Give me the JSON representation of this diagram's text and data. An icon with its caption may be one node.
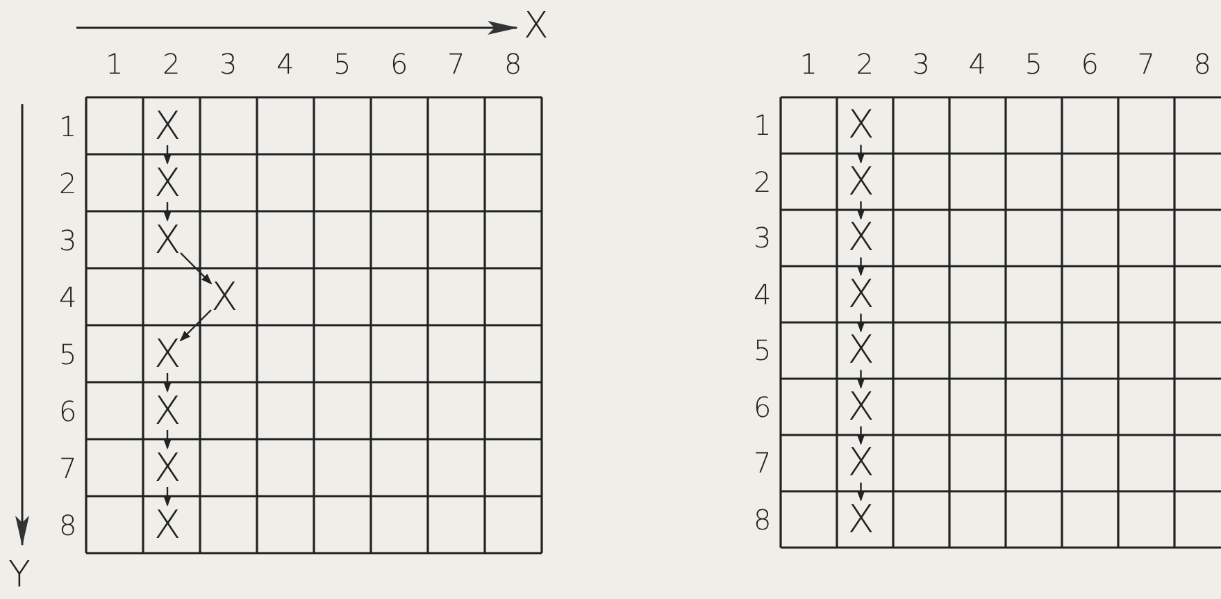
{
  "diagram": {
    "nodes": [
      {
        "text": [
          "X"
        ]
      },
      {
        "text": [
          "X"
        ]
      },
      {
        "text": [
          "X"
        ]
      },
      {
        "text": [
          "X"
        ]
      },
      {
        "text": [
          "X"
        ]
      },
      {
        "text": [
          "X"
        ]
      },
      {
        "text": [
          "X"
        ]
      },
      {
        "text": [
          "X"
        ]
      },
      {
        "text": [
          "X"
        ]
      },
      {
        "text": [
          "X"
        ]
      },
      {
        "text": [
          "X"
        ]
      },
      {
        "text": [
          "X"
        ]
      },
      {
        "text": [
          "X"
        ]
      },
      {
        "text": [
          "X"
        ]
      },
      {
        "text": [
          "X"
        ]
      },
      {
        "text": [
          "X"
        ]
      }
    ],
    "edges": [
      {
        "from": 0,
        "to": 1,
        "arrow": "to"
      },
      {
        "from": 1,
        "to": 2,
        "arrow": "to"
      },
      {
        "from": 2,
        "to": 3,
        "arrow": "to"
      },
      {
        "from": 3,
        "to": 4,
        "arrow": "to"
      },
      {
        "from": 4,
        "to": 5,
        "arrow": "to"
      },
      {
        "from": 5,
        "to": 6,
        "arrow": "to"
      },
      {
        "from": 6,
        "to": 7,
        "arrow": "to"
      },
      {
        "from": 8,
        "to": 9,
        "arrow": "to"
      },
      {
        "from": 9,
        "to": 10,
        "arrow": "to"
      },
      {
        "from": 10,
        "to": 11,
        "arrow": "to"
      },
      {
        "from": 11,
        "to": 12,
        "arrow": "to"
      },
      {
        "from": 12,
        "to": 13,
        "arrow": "to"
      },
      {
        "from": 13,
        "to": 14,
        "arrow": "to"
      },
      {
        "from": 14,
        "to": 15,
        "arrow": "to"
      }
    ],
    "labels": [
      "X",
      "1",
      "2",
      "3",
      "4",
      "5",
      "6",
      "7",
      "8",
      "1",
      "2",
      "3",
      "4",
      "5",
      "6",
      "7",
      "8",
      "1",
      "1",
      "2",
      "2",
      "3",
      "3",
      "4",
      "4",
      "5",
      "5",
      "6",
      "6",
      "7",
      "7",
      "8",
      "8",
      "Y"
    ]
  }
}
